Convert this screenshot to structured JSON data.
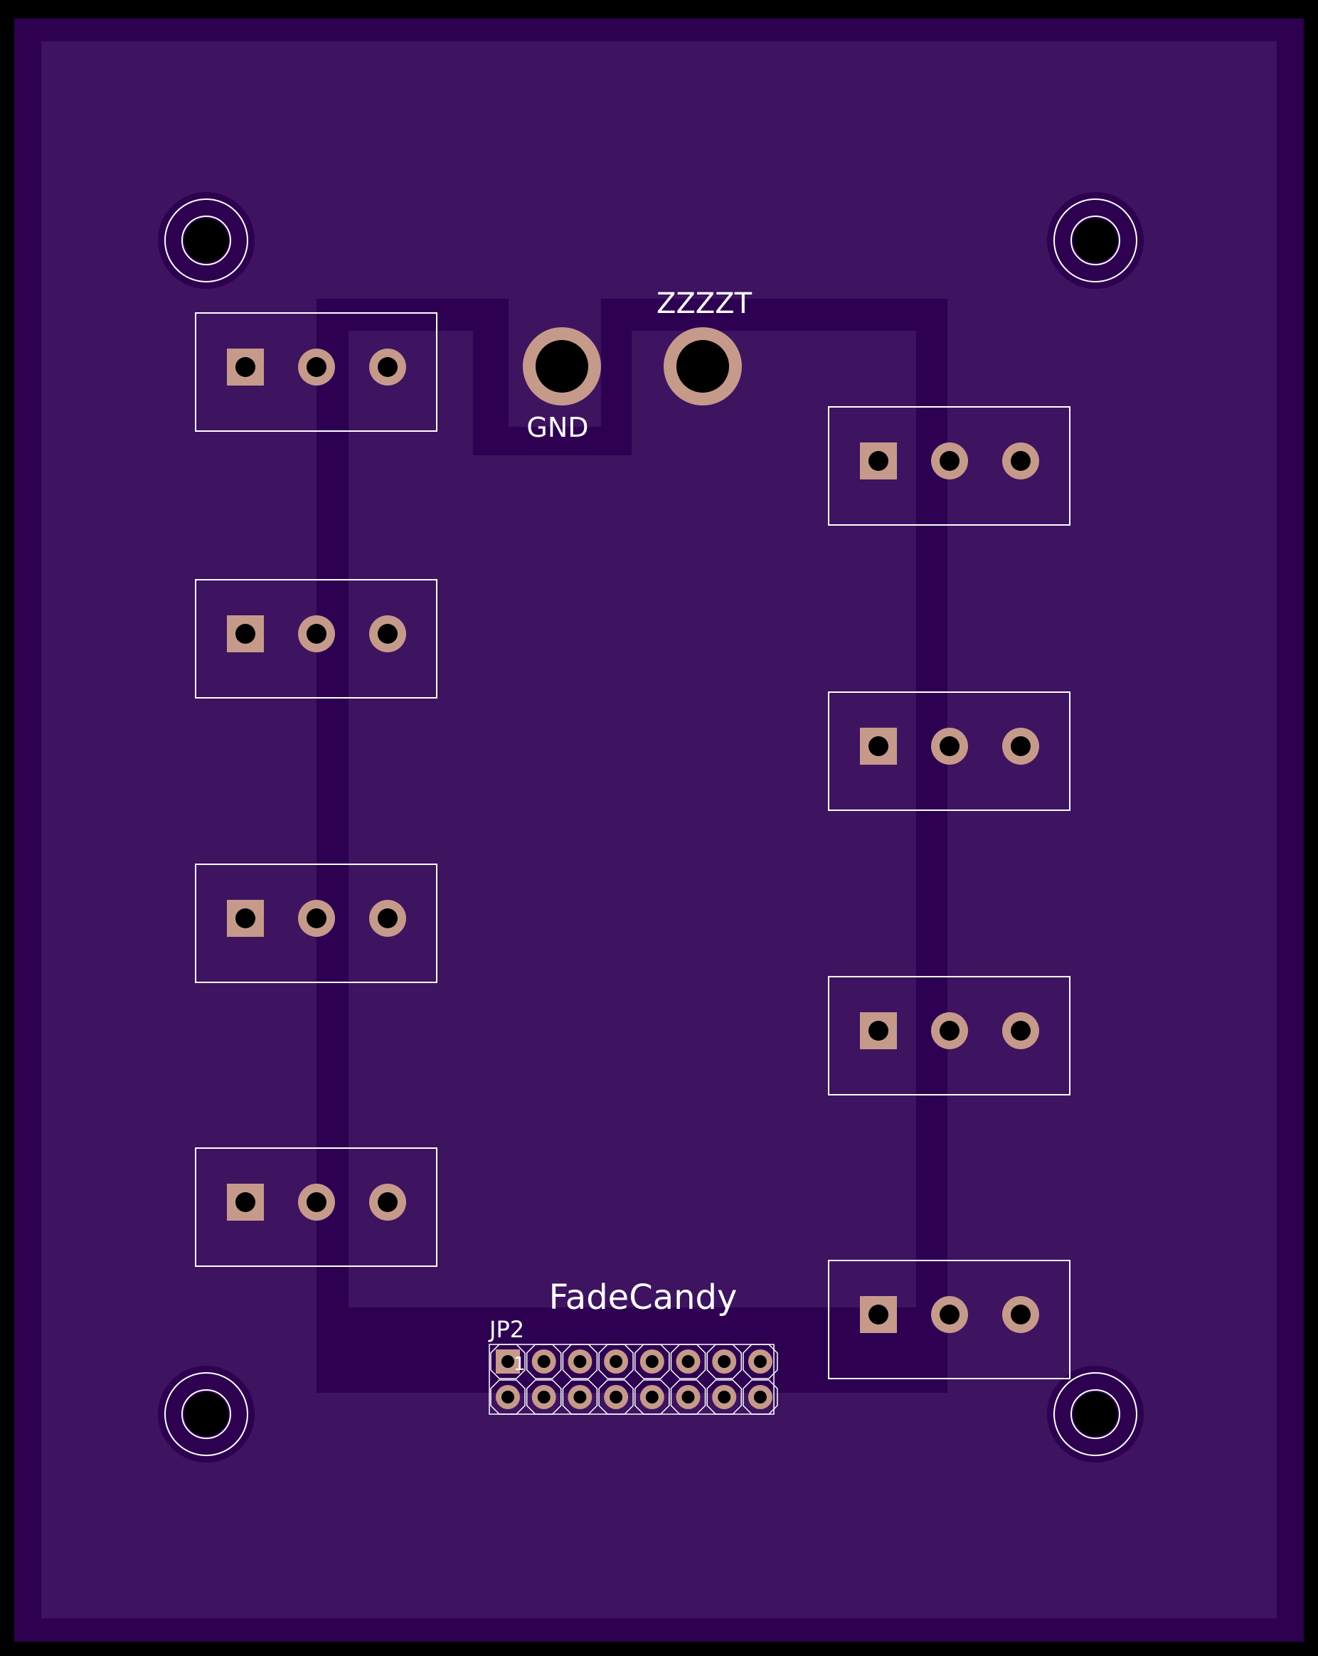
{
  "colors": {
    "outer_frame": "#000000",
    "board_edge": "#2d0050",
    "board": "#3e1360",
    "ground_trace": "#2d0052",
    "pad_copper": "#c69a8a",
    "drill": "#000000",
    "silkscreen": "#ffffff"
  },
  "labels": {
    "gnd": "GND",
    "power": "ZZZZT",
    "board_name": "FadeCandy",
    "header_ref": "JP2",
    "header_pin1": "1"
  },
  "components": {
    "mounting_holes": 4,
    "left_connectors": 4,
    "right_connectors": 4,
    "pins_per_connector": 3,
    "header_rows": 2,
    "header_pins_per_row": 8
  }
}
